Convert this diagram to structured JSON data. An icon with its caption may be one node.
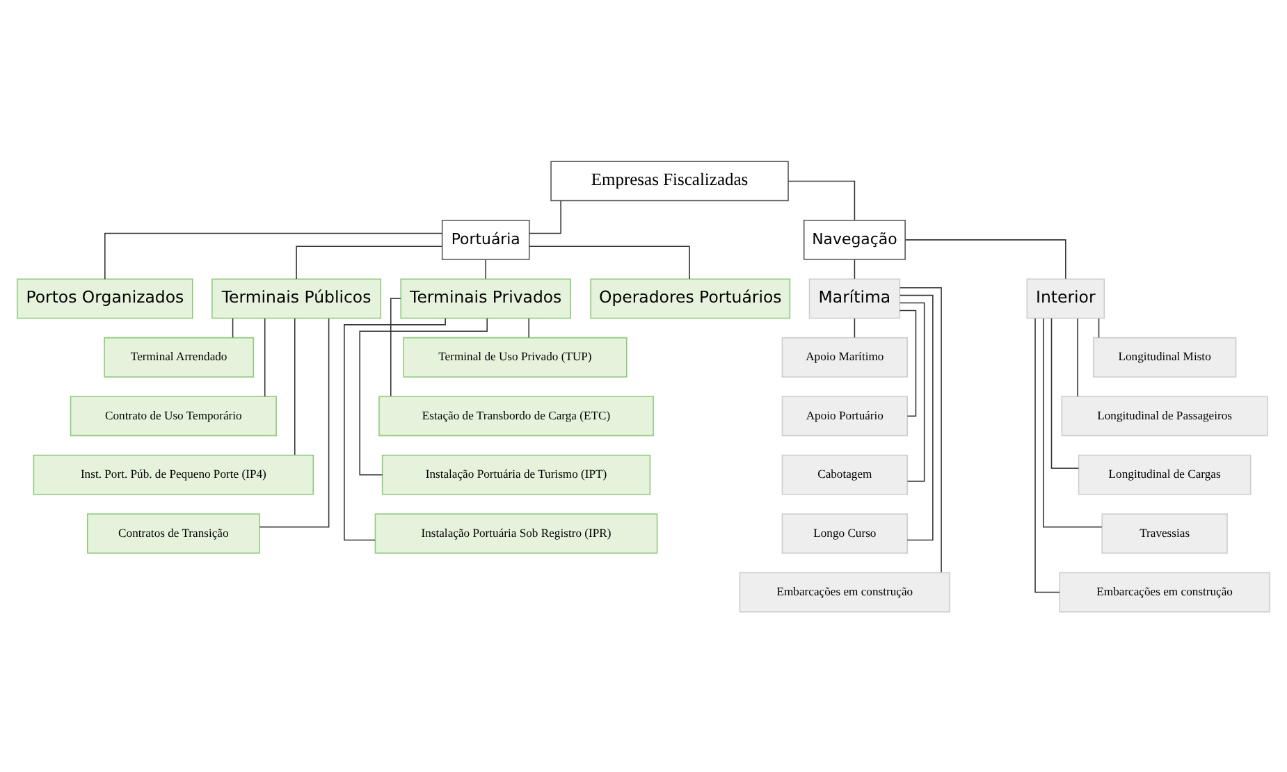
{
  "diagram": {
    "nodes": [
      {
        "text": [
          "Empresas Fiscalizadas"
        ]
      },
      {
        "text": [
          "Portuária"
        ]
      },
      {
        "text": [
          "Navegação"
        ]
      },
      {
        "text": [
          "Portos Organizados"
        ]
      },
      {
        "text": [
          "Terminais Públicos"
        ]
      },
      {
        "text": [
          "Terminais Privados"
        ]
      },
      {
        "text": [
          "Operadores Portuários"
        ]
      },
      {
        "text": [
          "Marítima"
        ]
      },
      {
        "text": [
          "Interior"
        ]
      },
      {
        "text": [
          "Terminal Arrendado"
        ]
      },
      {
        "text": [
          "Contrato de Uso Temporário"
        ]
      },
      {
        "text": [
          "Inst. Port. Púb. de Pequeno Porte (IP4)"
        ]
      },
      {
        "text": [
          "Contratos de Transição"
        ]
      },
      {
        "text": [
          "Terminal de Uso Privado (TUP)"
        ]
      },
      {
        "text": [
          "Estação de Transbordo de Carga (ETC)"
        ]
      },
      {
        "text": [
          "Instalação Portuária de Turismo (IPT)"
        ]
      },
      {
        "text": [
          "Instalação Portuária Sob Registro (IPR)"
        ]
      },
      {
        "text": [
          "Apoio Marítimo"
        ]
      },
      {
        "text": [
          "Apoio Portuário"
        ]
      },
      {
        "text": [
          "Cabotagem"
        ]
      },
      {
        "text": [
          "Longo Curso"
        ]
      },
      {
        "text": [
          "Embarcações em construção"
        ]
      },
      {
        "text": [
          "Longitudinal Misto"
        ]
      },
      {
        "text": [
          "Longitudinal de Passageiros"
        ]
      },
      {
        "text": [
          "Longitudinal de Cargas"
        ]
      },
      {
        "text": [
          "Travessias"
        ]
      },
      {
        "text": [
          "Embarcações em construção"
        ]
      }
    ],
    "edges": [
      {
        "from": 0,
        "to": 1,
        "arrow": "none"
      },
      {
        "from": 0,
        "to": 2,
        "arrow": "none"
      },
      {
        "from": 1,
        "to": 3,
        "arrow": "none"
      },
      {
        "from": 1,
        "to": 4,
        "arrow": "none"
      },
      {
        "from": 1,
        "to": 5,
        "arrow": "none"
      },
      {
        "from": 1,
        "to": 6,
        "arrow": "none"
      },
      {
        "from": 2,
        "to": 7,
        "arrow": "none"
      },
      {
        "from": 2,
        "to": 8,
        "arrow": "none"
      },
      {
        "from": 4,
        "to": 9,
        "arrow": "none"
      },
      {
        "from": 4,
        "to": 10,
        "arrow": "none"
      },
      {
        "from": 4,
        "to": 11,
        "arrow": "none"
      },
      {
        "from": 4,
        "to": 12,
        "arrow": "none"
      },
      {
        "from": 5,
        "to": 13,
        "arrow": "none"
      },
      {
        "from": 5,
        "to": 14,
        "arrow": "none"
      },
      {
        "from": 5,
        "to": 15,
        "arrow": "none"
      },
      {
        "from": 5,
        "to": 16,
        "arrow": "none"
      },
      {
        "from": 7,
        "to": 17,
        "arrow": "none"
      },
      {
        "from": 7,
        "to": 18,
        "arrow": "none"
      },
      {
        "from": 7,
        "to": 19,
        "arrow": "none"
      },
      {
        "from": 7,
        "to": 20,
        "arrow": "none"
      },
      {
        "from": 7,
        "to": 21,
        "arrow": "none"
      },
      {
        "from": 8,
        "to": 22,
        "arrow": "none"
      },
      {
        "from": 8,
        "to": 23,
        "arrow": "none"
      },
      {
        "from": 8,
        "to": 24,
        "arrow": "none"
      },
      {
        "from": 8,
        "to": 25,
        "arrow": "none"
      },
      {
        "from": 8,
        "to": 26,
        "arrow": "none"
      }
    ]
  }
}
